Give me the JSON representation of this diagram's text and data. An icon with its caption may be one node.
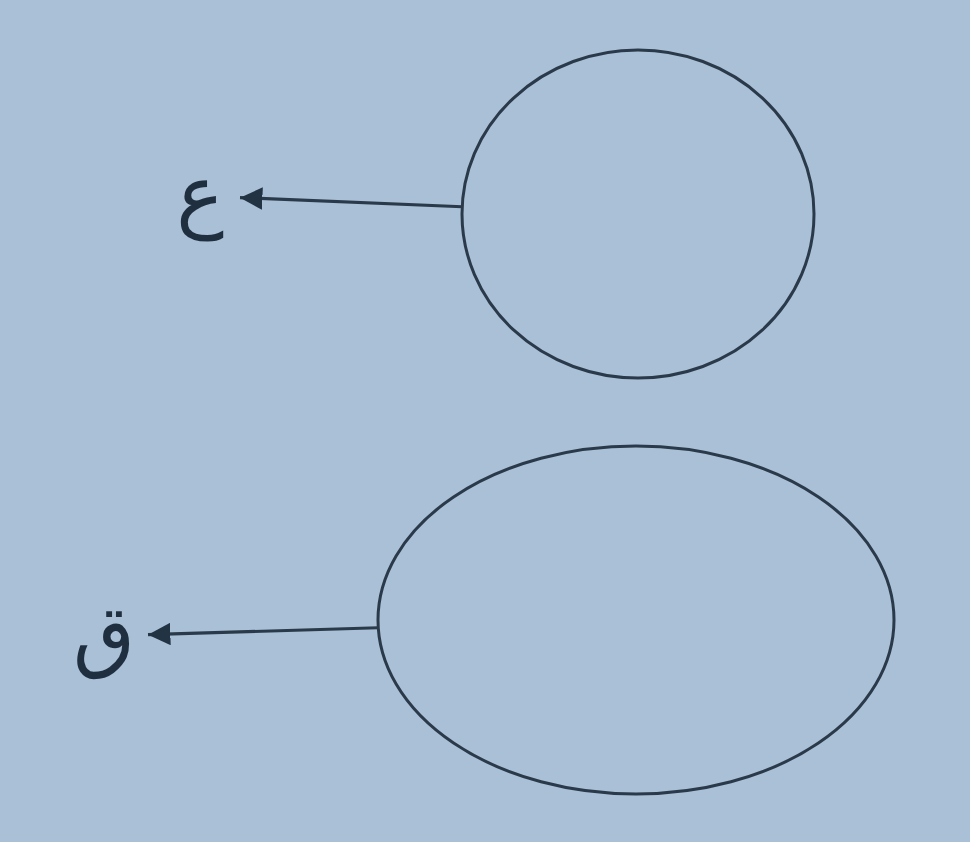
{
  "diagram": {
    "nodes": [
      {
        "text": [],
        "shape": "ellipse"
      },
      {
        "text": [
          "ع"
        ]
      },
      {
        "text": [],
        "shape": "ellipse"
      },
      {
        "text": [
          "ق"
        ]
      }
    ],
    "edges": [
      {
        "from": 0,
        "to": 1,
        "arrow": "to"
      },
      {
        "from": 2,
        "to": 3,
        "arrow": "to"
      }
    ]
  }
}
